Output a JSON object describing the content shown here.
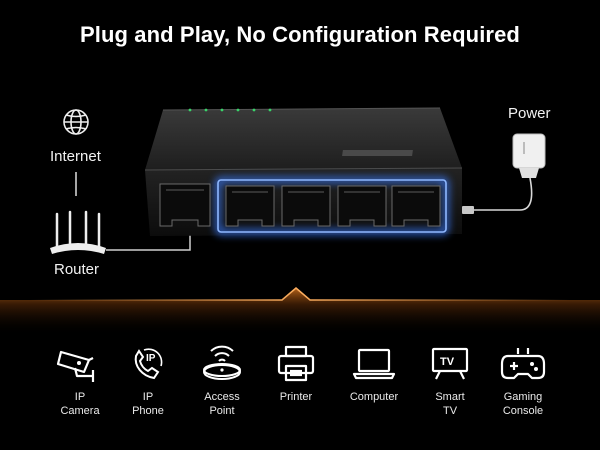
{
  "title": "Plug and Play, No Configuration Required",
  "labels": {
    "internet": "Internet",
    "router": "Router",
    "power": "Power"
  },
  "devices": [
    {
      "label": "IP\nCamera",
      "icon": "ip-camera-icon"
    },
    {
      "label": "IP\nPhone",
      "icon": "ip-phone-icon"
    },
    {
      "label": "Access\nPoint",
      "icon": "access-point-icon"
    },
    {
      "label": "Printer",
      "icon": "printer-icon"
    },
    {
      "label": "Computer",
      "icon": "computer-icon"
    },
    {
      "label": "Smart\nTV",
      "icon": "smart-tv-icon"
    },
    {
      "label": "Gaming\nConsole",
      "icon": "gaming-console-icon"
    }
  ],
  "colors": {
    "glow": "#3a7bff",
    "accent": "#d9751e"
  }
}
